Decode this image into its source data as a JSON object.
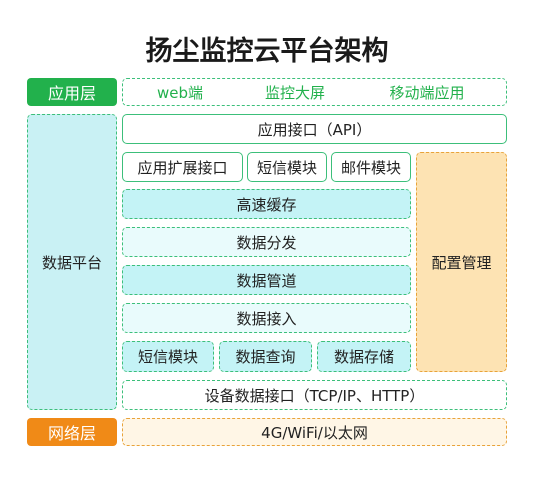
{
  "title": "扬尘监控云平台架构",
  "app_layer": {
    "label": "应用层",
    "items": [
      "web端",
      "监控大屏",
      "移动端应用"
    ]
  },
  "data_platform": {
    "label": "数据平台",
    "app_interface": "应用接口（API）",
    "ext_interface": "应用扩展接口",
    "sms_module": "短信模块",
    "mail_module": "邮件模块",
    "cache": "高速缓存",
    "distribution": "数据分发",
    "pipeline": "数据管道",
    "ingestion": "数据接入",
    "bottom_sms": "短信模块",
    "query": "数据查询",
    "storage": "数据存储",
    "device_interface": "设备数据接口（TCP/IP、HTTP）",
    "config": "配置管理"
  },
  "network_layer": {
    "label": "网络层",
    "content": "4G/WiFi/以太网"
  },
  "colors": {
    "green": "#22b14c",
    "orange": "#f08a17",
    "cyan": "#c4f3f6",
    "config_fill": "#fde3b3"
  }
}
